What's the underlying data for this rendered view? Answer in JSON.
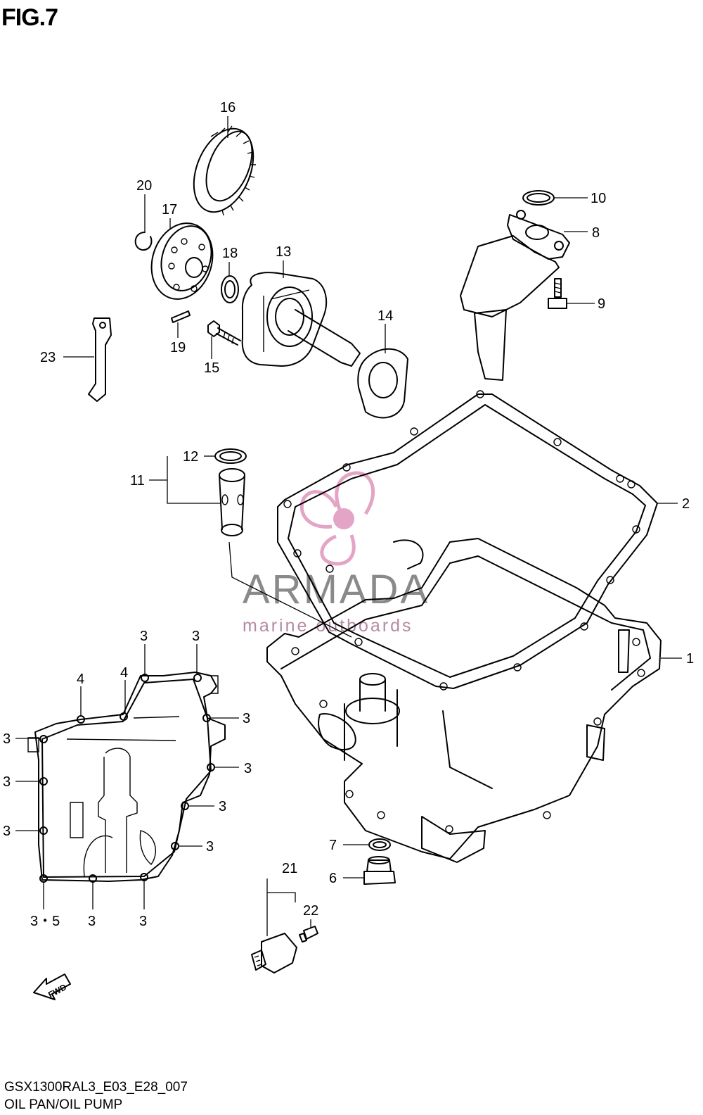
{
  "figure": {
    "title": "FIG.7",
    "code": "GSX1300RAL3_E03_E28_007",
    "name": "OIL PAN/OIL PUMP"
  },
  "watermark": {
    "brand": "ARMADA",
    "tagline": "marine outboards",
    "colors": {
      "brand_text": "#8a8a8a",
      "tagline_text": "#b58aa2",
      "logo": "#e3a4c6"
    }
  },
  "labels": {
    "p1": "1",
    "p2": "2",
    "p6": "6",
    "p7": "7",
    "p8": "8",
    "p9": "9",
    "p10": "10",
    "p11": "11",
    "p12": "12",
    "p13": "13",
    "p14": "14",
    "p15": "15",
    "p16": "16",
    "p17": "17",
    "p18": "18",
    "p19": "19",
    "p20": "20",
    "p21": "21",
    "p22": "22",
    "p23": "23",
    "fwd": "FWD",
    "bolt_label": "3",
    "bolt_4": "4",
    "bolt_35": "3・5"
  }
}
